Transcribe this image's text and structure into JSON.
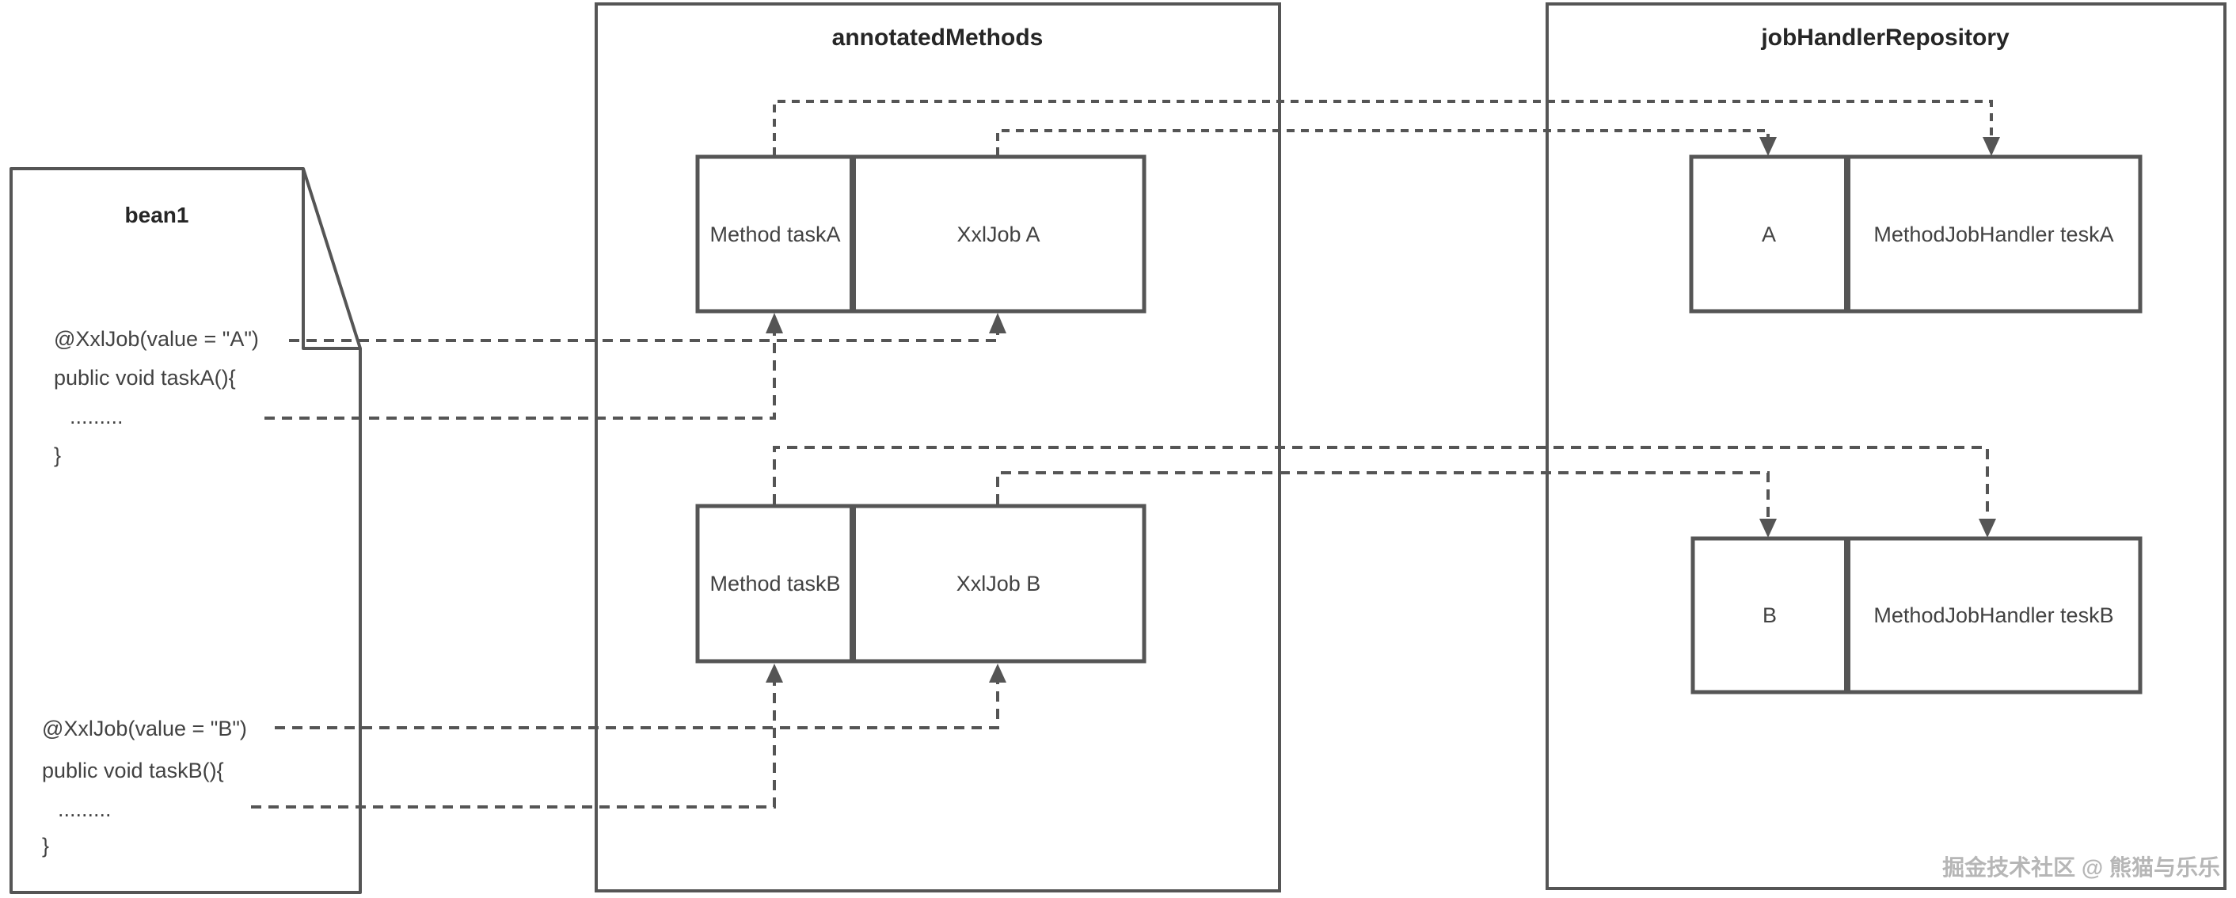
{
  "bean": {
    "title": "bean1",
    "code_a": [
      "@XxlJob(value = \"A\")",
      "public void taskA(){",
      ".........",
      "}"
    ],
    "code_b": [
      "@XxlJob(value = \"B\")",
      "public void taskB(){",
      ".........",
      "}"
    ]
  },
  "annotated_methods": {
    "title": "annotatedMethods",
    "row_a": {
      "method": "Method taskA",
      "xxljob": "XxlJob A"
    },
    "row_b": {
      "method": "Method taskB",
      "xxljob": "XxlJob B"
    }
  },
  "job_handler_repository": {
    "title": "jobHandlerRepository",
    "row_a": {
      "key": "A",
      "handler": "MethodJobHandler teskA"
    },
    "row_b": {
      "key": "B",
      "handler": "MethodJobHandler teskB"
    }
  },
  "watermark": "掘金技术社区 @ 熊猫与乐乐",
  "colors": {
    "line": "#555555",
    "text": "#424242",
    "title": "#262626",
    "watermark": "#b6b6b6",
    "background": "#ffffff"
  }
}
